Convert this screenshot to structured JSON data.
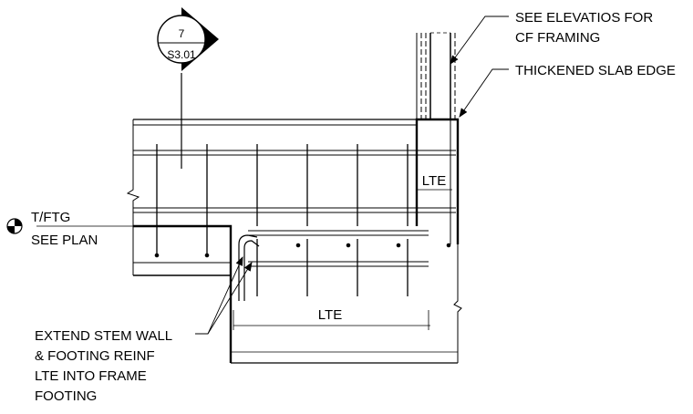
{
  "section_marker": {
    "number": "7",
    "sheet": "S3.01"
  },
  "level_marker": {
    "line1": "T/FTG",
    "line2": "SEE PLAN"
  },
  "notes": {
    "elevations": [
      "SEE ELEVATIOS FOR",
      "CF FRAMING"
    ],
    "slab_edge": "THICKENED SLAB EDGE",
    "extend": [
      "EXTEND STEM WALL",
      "& FOOTING REINF",
      "LTE INTO FRAME",
      "FOOTING"
    ]
  },
  "dimensions": {
    "lap_upper": "LTE",
    "lap_lower": "LTE"
  },
  "colors": {
    "line": "#000000",
    "background": "#ffffff"
  }
}
